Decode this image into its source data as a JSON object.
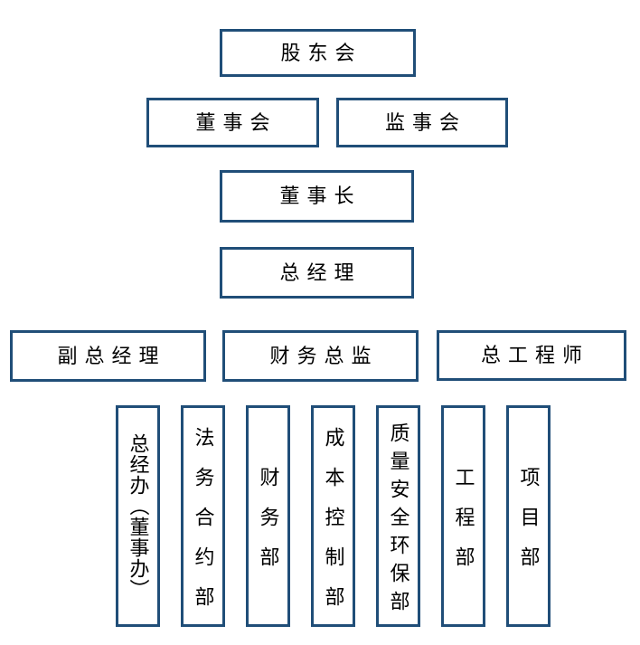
{
  "colors": {
    "border": "#204E78",
    "text": "#000000",
    "background": "#FFFFFF"
  },
  "nodes": {
    "shareholders": {
      "label": "股东会"
    },
    "board_of_directors": {
      "label": "董事会"
    },
    "supervisory_board": {
      "label": "监事会"
    },
    "chairman": {
      "label": "董事长"
    },
    "general_manager": {
      "label": "总经理"
    },
    "deputy_general_manager": {
      "label": "副总经理"
    },
    "finance_director": {
      "label": "财务总监"
    },
    "chief_engineer": {
      "label": "总工程师"
    },
    "gm_office": {
      "label": "总经办（董事办）"
    },
    "legal_contract_dept": {
      "label": "法务合约部"
    },
    "finance_dept": {
      "label": "财务部"
    },
    "cost_control_dept": {
      "label": "成本控制部"
    },
    "quality_safety_env_dept": {
      "label": "质量安全环保部"
    },
    "engineering_dept": {
      "label": "工程部"
    },
    "project_dept": {
      "label": "项目部"
    }
  },
  "levels": [
    [
      "shareholders"
    ],
    [
      "board_of_directors",
      "supervisory_board"
    ],
    [
      "chairman"
    ],
    [
      "general_manager"
    ],
    [
      "deputy_general_manager",
      "finance_director",
      "chief_engineer"
    ],
    [
      "gm_office",
      "legal_contract_dept",
      "finance_dept",
      "cost_control_dept",
      "quality_safety_env_dept",
      "engineering_dept",
      "project_dept"
    ]
  ]
}
